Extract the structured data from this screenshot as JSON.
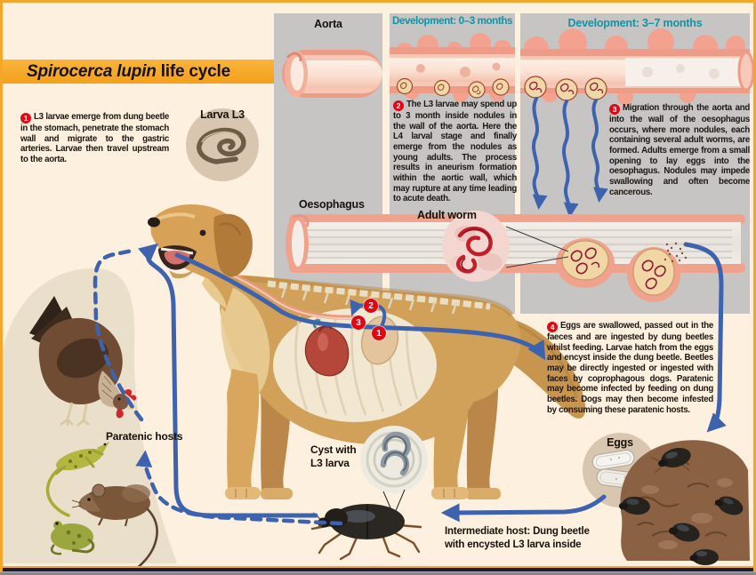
{
  "title": {
    "species": "Spirocerca lupin",
    "rest": "life cycle"
  },
  "headers": {
    "development_1": "Development: 0–3 months",
    "development_2": "Development: 3–7 months"
  },
  "labels": {
    "aorta": "Aorta",
    "oesophagus": "Oesophagus",
    "adult_worm": "Adult worm",
    "larva_l3": "Larva L3",
    "paratenic_hosts": "Paratenic hosts",
    "cyst_line1": "Cyst with",
    "cyst_line2": "L3 larva",
    "eggs": "Eggs",
    "intermediate_line1": "Intermediate host: Dung beetle",
    "intermediate_line2": "with encysted L3 larva inside"
  },
  "steps": [
    {
      "number": "1",
      "text": "L3 larvae emerge from dung beetle in the stomach, penetrate the stomach wall and migrate to the gastric arteries. Larvae then travel upstream to the aorta."
    },
    {
      "number": "2",
      "text": "The L3 larvae may spend up to 3 month inside nodules in the wall of the aorta. Here the L4 larval stage and finally emerge from the nodules as young adults. The process results in aneurism formation within the aortic wall, which may rupture at any time leading to acute death."
    },
    {
      "number": "3",
      "text": "Migration through the aorta and into the wall of the oesophagus occurs, where more nodules, each containing several adult worms, are formed. Adults emerge from a small opening to lay eggs into the oesophagus. Nodules may impede swallowing and often become cancerous."
    },
    {
      "number": "4",
      "text": "Eggs are swallowed, passed out in the faeces and are ingested by dung beetles whilst feeding. Larvae hatch from the eggs and encyst inside the dung beetle. Beetles may be directly ingested or ingested with faces by coprophagous dogs. Paratenic may become infected by feeding on dung beetles. Dogs may then become infested by consuming these paratenic hosts."
    }
  ],
  "dog_markers": [
    {
      "label": "1"
    },
    {
      "label": "2"
    },
    {
      "label": "3"
    }
  ],
  "colors": {
    "background_cream": "#fdf0de",
    "frame_orange": "#f4a62b",
    "banner_orange": "#f5a41f",
    "panel_grey": "#c6c5c3",
    "header_teal": "#0e94a8",
    "arrow_blue": "#3d63ae",
    "step_red": "#e30613",
    "tissue_salmon": "#ee9b87",
    "dung_brown": "#8a6142",
    "bottom_navy": "#1a1a3c"
  }
}
